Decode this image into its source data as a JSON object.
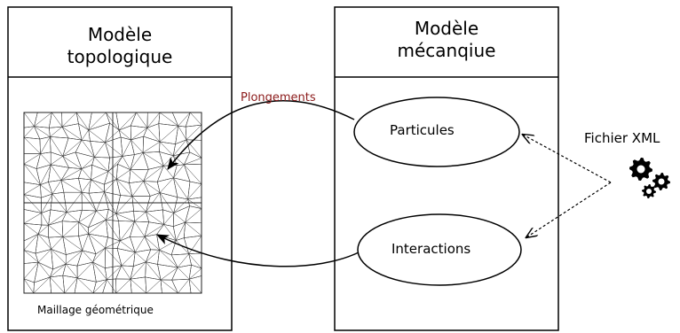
{
  "topo_box": {
    "title": "Modèle\ntopologique",
    "caption": "Maillage géométrique"
  },
  "meca_box": {
    "title": "Modèle\nmécanqiue"
  },
  "nodes": {
    "particules": "Particules",
    "interactions": "Interactions"
  },
  "edge_label": "Plongements",
  "file": {
    "label": "Fichier XML",
    "icon": "gears-icon"
  },
  "colors": {
    "edge_label": "#8b1a1a",
    "stroke": "#000000"
  }
}
